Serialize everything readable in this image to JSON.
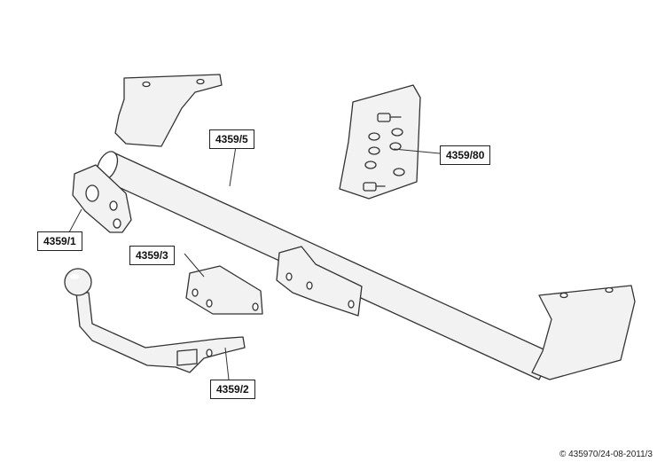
{
  "labels": {
    "main_bar": "4359/5",
    "bolt_kit": "4359/80",
    "bracket_left": "4359/1",
    "bracket_center": "4359/3",
    "tow_ball": "4359/2"
  },
  "copyright": "© 435970/24-08-2011/3"
}
